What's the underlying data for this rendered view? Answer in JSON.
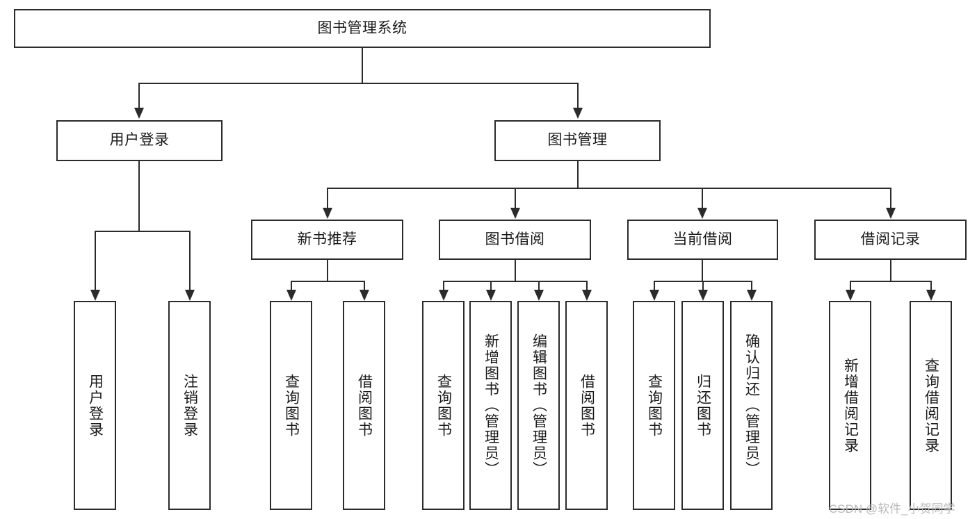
{
  "diagram": {
    "title": "图书管理系统",
    "type": "tree",
    "watermark": "CSDN @软件_小贺同学",
    "colors": {
      "stroke": "#2b2b2b",
      "fill": "#ffffff",
      "text": "#1a1a1a",
      "watermark": "#b9b9b9",
      "background": "#ffffff"
    },
    "root": {
      "label": "图书管理系统",
      "orientation": "horizontal"
    },
    "level2": [
      {
        "label": "用户登录",
        "orientation": "horizontal"
      },
      {
        "label": "图书管理",
        "orientation": "horizontal"
      }
    ],
    "level3": [
      {
        "label": "新书推荐",
        "orientation": "horizontal"
      },
      {
        "label": "图书借阅",
        "orientation": "horizontal"
      },
      {
        "label": "当前借阅",
        "orientation": "horizontal"
      },
      {
        "label": "借阅记录",
        "orientation": "horizontal"
      }
    ],
    "leaves": {
      "user_login": [
        {
          "label": "用户登录",
          "orientation": "vertical"
        },
        {
          "label": "注销登录",
          "orientation": "vertical"
        }
      ],
      "new_book_recommend": [
        {
          "label": "查询图书",
          "orientation": "vertical"
        },
        {
          "label": "借阅图书",
          "orientation": "vertical"
        }
      ],
      "book_borrow": [
        {
          "label": "查询图书",
          "orientation": "vertical"
        },
        {
          "label": "新增图书（管理员）",
          "orientation": "vertical"
        },
        {
          "label": "编辑图书（管理员）",
          "orientation": "vertical"
        },
        {
          "label": "借阅图书",
          "orientation": "vertical"
        }
      ],
      "current_borrow": [
        {
          "label": "查询图书",
          "orientation": "vertical"
        },
        {
          "label": "归还图书",
          "orientation": "vertical"
        },
        {
          "label": "确认归还（管理员）",
          "orientation": "vertical"
        }
      ],
      "borrow_record": [
        {
          "label": "新增借阅记录",
          "orientation": "vertical"
        },
        {
          "label": "查询借阅记录",
          "orientation": "vertical"
        }
      ]
    }
  }
}
